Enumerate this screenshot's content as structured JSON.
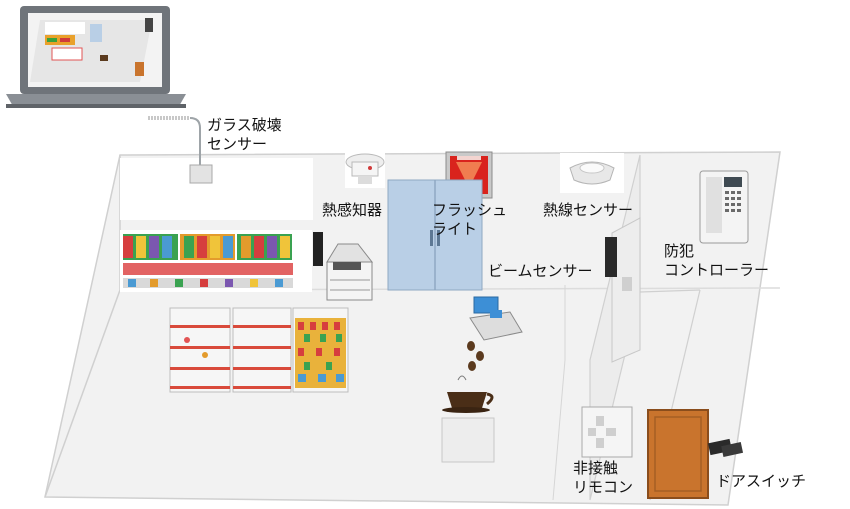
{
  "labels": {
    "glass_break_sensor": "ガラス破壊\nセンサー",
    "heat_detector": "熱感知器",
    "flash_light": "フラッシュ\nライト",
    "pir_sensor": "熱線センサー",
    "beam_sensor": "ビームセンサー",
    "security_controller": "防犯\nコントローラー",
    "contactless_remote": "非接触\nリモコン",
    "door_switch": "ドアスイッチ"
  },
  "icons": [
    "laptop-icon",
    "glass-break-sensor-icon",
    "heat-detector-icon",
    "flash-light-icon",
    "pir-sensor-icon",
    "beam-sensor-icon",
    "security-controller-icon",
    "contactless-remote-icon",
    "door-switch-icon",
    "door-icon",
    "cash-register-icon",
    "coffee-icon",
    "copier-icon",
    "refrigerator-icon",
    "shelf-icon"
  ],
  "colors": {
    "floor": "#f1f1f1",
    "wall_line": "#d4d4d4",
    "glass": "#b9cfe6",
    "door": "#c9742d",
    "flash_red": "#d9231d"
  }
}
